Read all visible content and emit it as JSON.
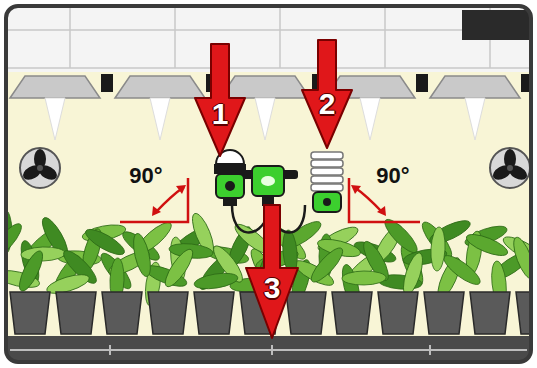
{
  "diagram": {
    "labels": [
      "1",
      "2",
      "90°",
      "90°",
      "3"
    ]
  }
}
